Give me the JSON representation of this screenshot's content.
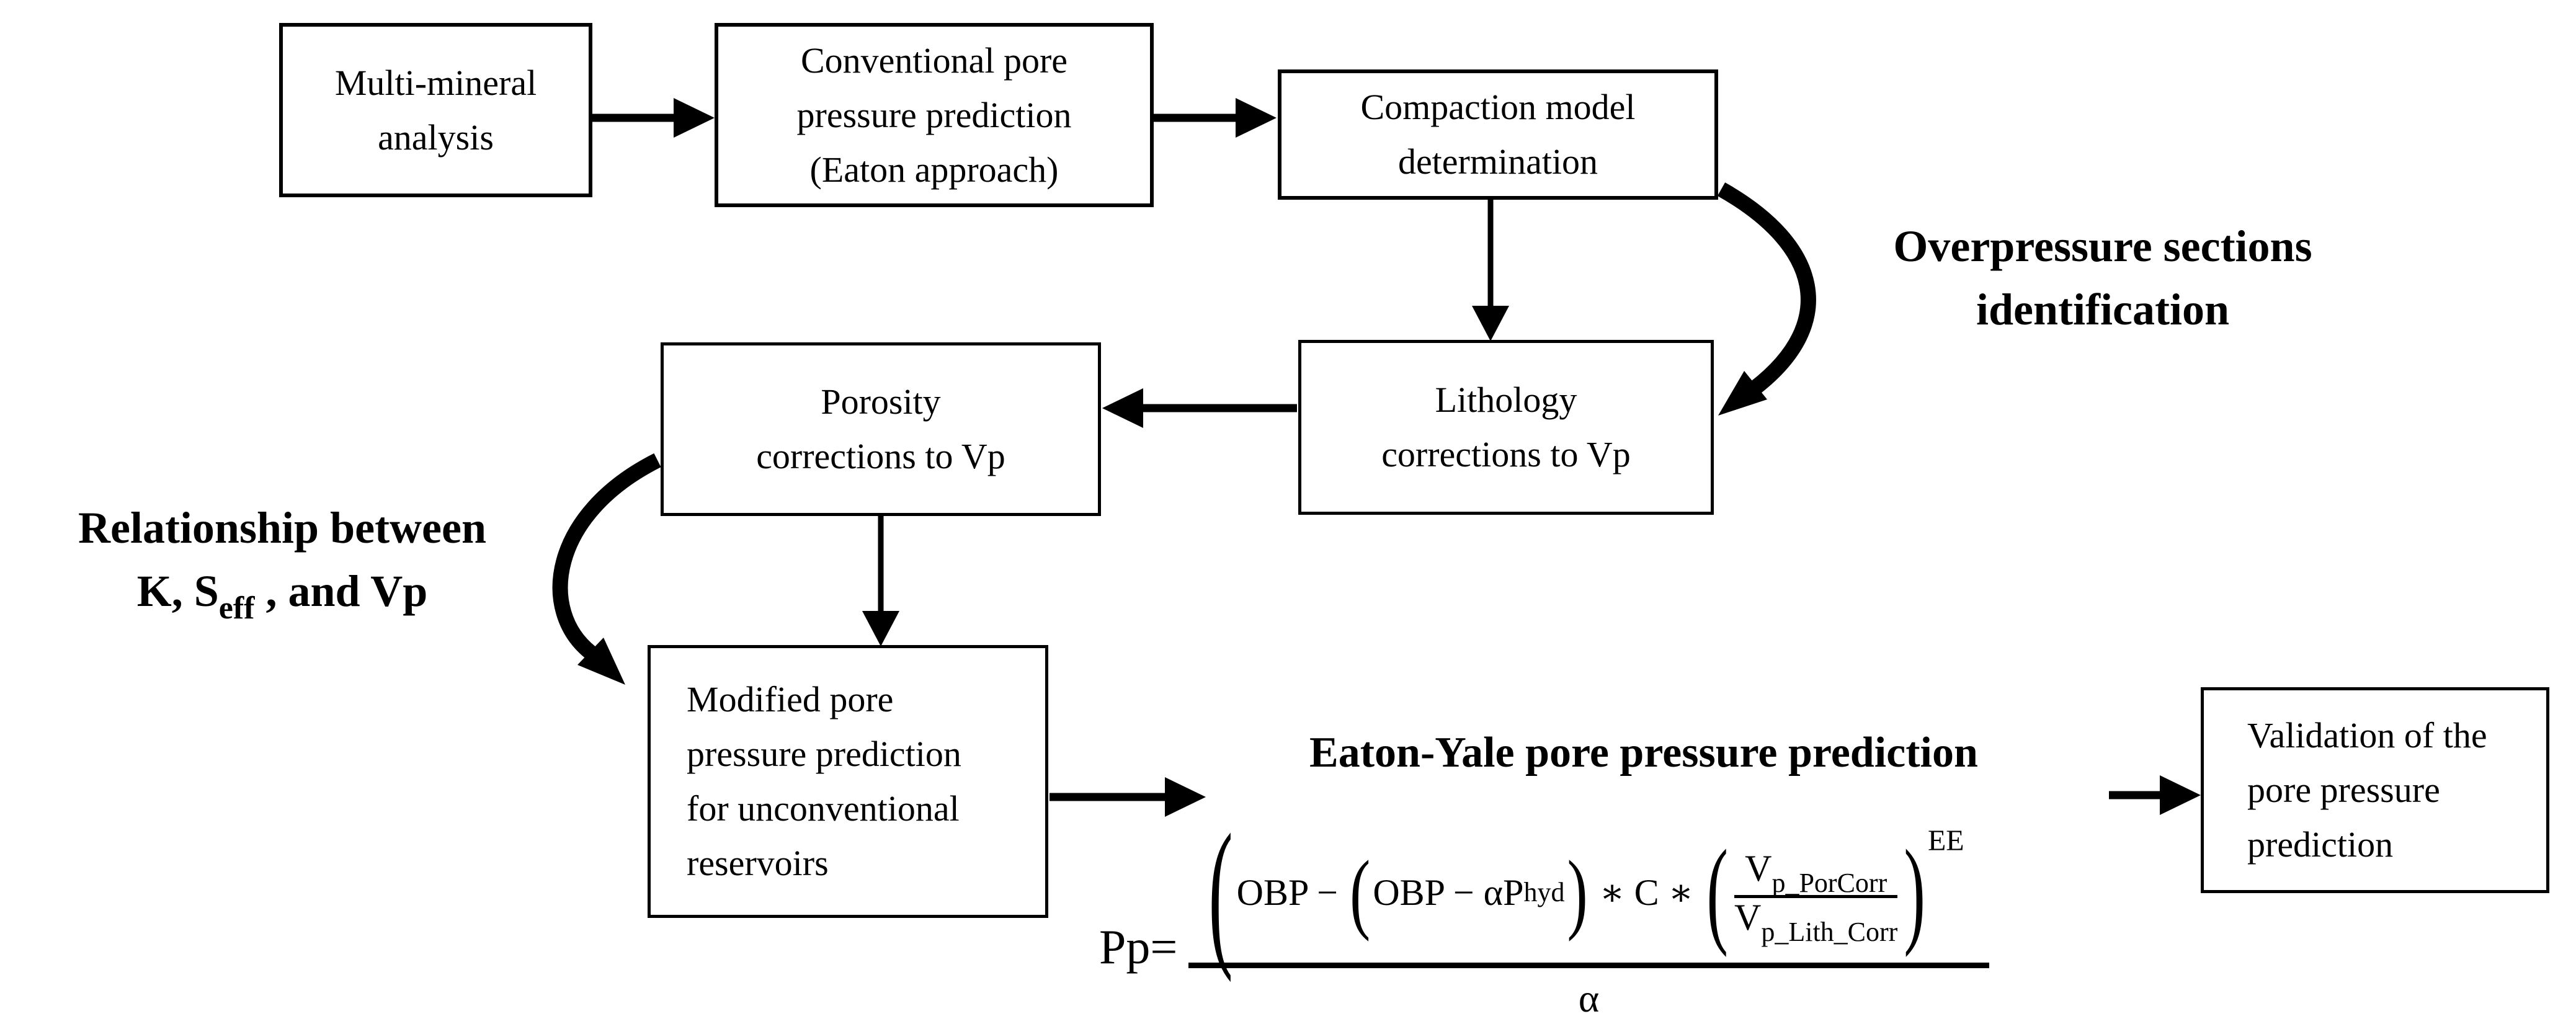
{
  "boxes": {
    "multi_mineral": {
      "line1": "Multi-mineral",
      "line2": "analysis"
    },
    "conventional": {
      "line1": "Conventional pore",
      "line2": "pressure prediction",
      "line3": "(Eaton approach)"
    },
    "compaction": {
      "line1": "Compaction model",
      "line2": "determination"
    },
    "lithology": {
      "line1": "Lithology",
      "line2": "corrections to Vp"
    },
    "porosity": {
      "line1": "Porosity",
      "line2": "corrections to Vp"
    },
    "modified": {
      "line1": "Modified pore",
      "line2": "pressure prediction",
      "line3": "for unconventional",
      "line4": "reservoirs"
    },
    "validation": {
      "line1": "Validation of the",
      "line2": "pore pressure",
      "line3": "prediction"
    }
  },
  "labels": {
    "overpressure": {
      "line1": "Overpressure sections",
      "line2": "identification"
    },
    "relationship": {
      "line1": "Relationship between",
      "pre": "K, S",
      "sub": "eff",
      "post": " , and Vp"
    },
    "eaton_title": "Eaton-Yale pore pressure prediction"
  },
  "formula": {
    "lhs": "Pp=",
    "outer_open": "(",
    "t1": "OBP − ",
    "inner_open": "(",
    "t2": "OBP − αP",
    "t2_sub": "hyd",
    "inner_close": ")",
    "t3": " ∗ C ∗ ",
    "frac_open": "(",
    "num_base": "V",
    "num_sub": "p_PorCorr",
    "den_base": "V",
    "den_sub": "p_Lith_Corr",
    "frac_close": ")",
    "exp": "EE",
    "den": "α"
  },
  "colors": {
    "ink": "#000000",
    "background": "#ffffff"
  }
}
